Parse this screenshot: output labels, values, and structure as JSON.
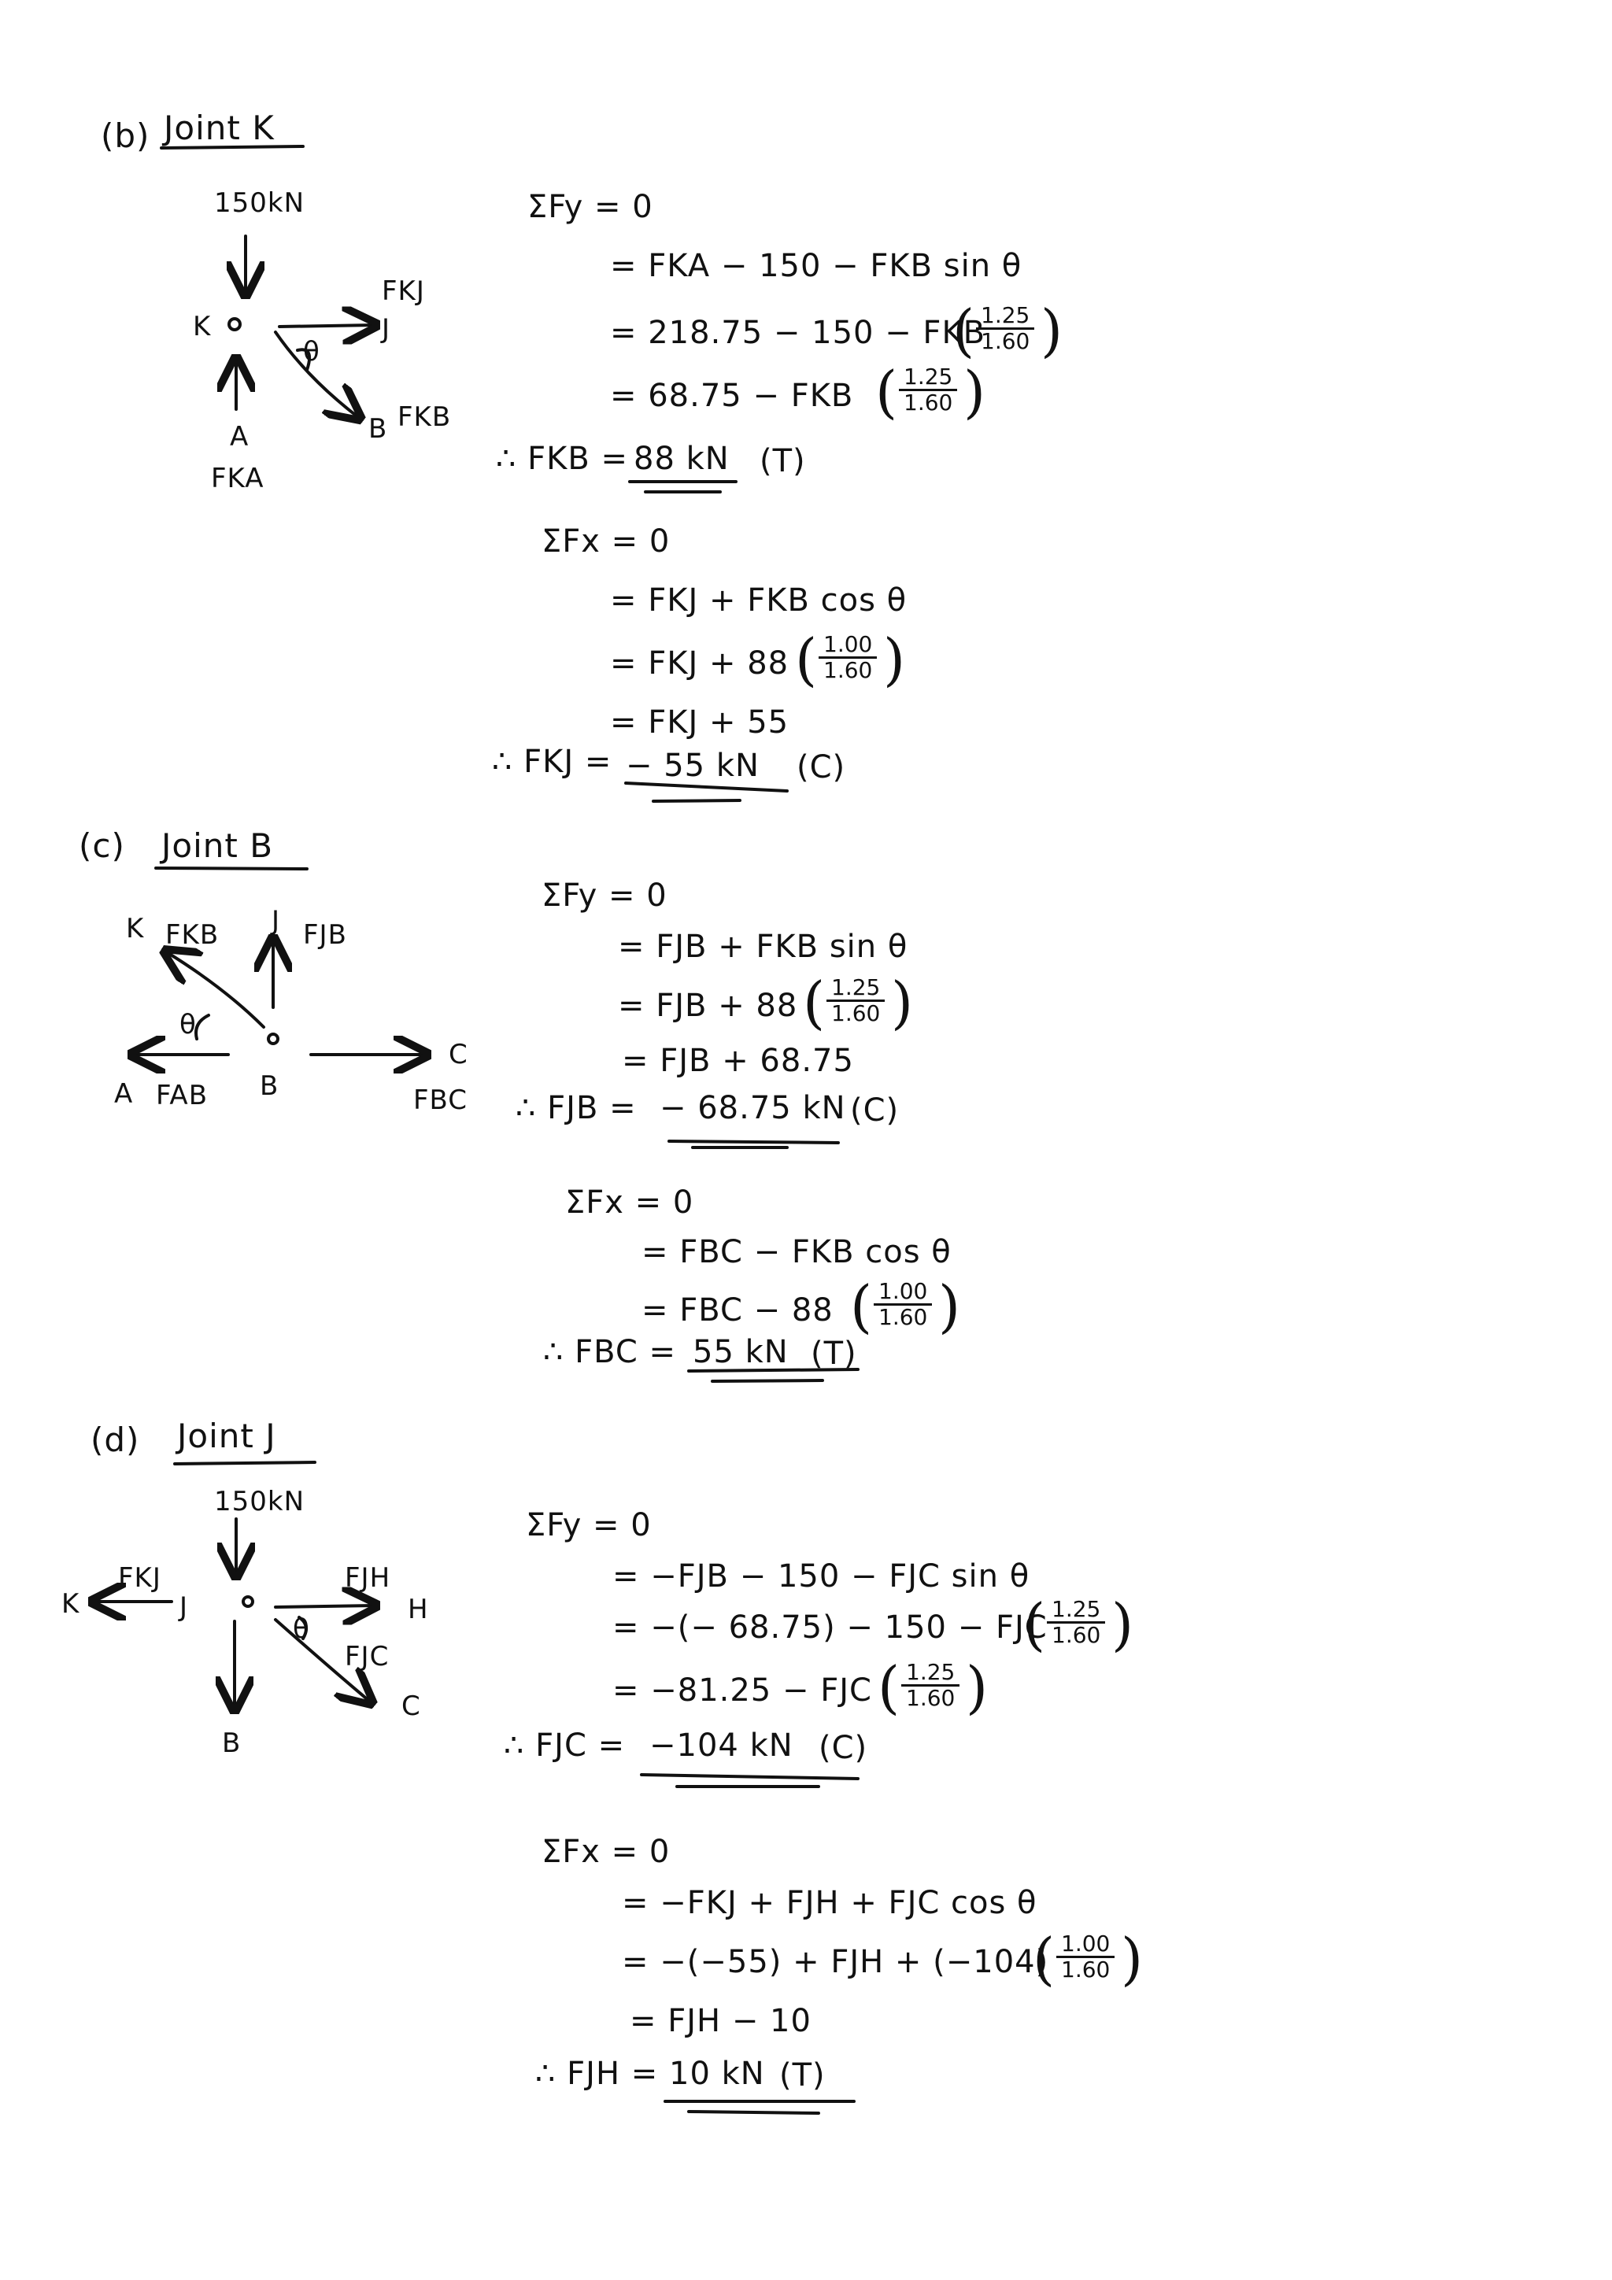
{
  "section_b": {
    "label": "(b)",
    "title": "Joint K",
    "diagram": {
      "load": "150kN",
      "node": "K",
      "right_member": "FKJ",
      "right_end": "J",
      "angle": "θ",
      "diag_end": "B",
      "diag_member": "FKB",
      "bottom_end": "A",
      "bottom_member": "FKA"
    },
    "eq": {
      "sum_fy": "ΣFy = 0",
      "l1": "= FKA − 150 − FKB sin θ",
      "l2a": "= 218.75 − 150 − FKB",
      "l3a": "= 68.75 − FKB",
      "r1": "∴ FKB =",
      "r1v": "88 kN",
      "r1t": "(T)",
      "sum_fx": "ΣFx = 0",
      "l4": "= FKJ + FKB cos θ",
      "l5a": "= FKJ + 88",
      "l6": "= FKJ + 55",
      "r2": "∴ FKJ =",
      "r2v": "− 55 kN",
      "r2t": "(C)"
    },
    "frac_sin": {
      "num": "1.25",
      "den": "1.60"
    },
    "frac_cos": {
      "num": "1.00",
      "den": "1.60"
    }
  },
  "section_c": {
    "label": "(c)",
    "title": "Joint B",
    "diagram": {
      "ul_end": "K",
      "ul_member": "FKB",
      "up_end": "J",
      "up_member": "FJB",
      "angle": "θ",
      "node": "B",
      "right_end": "C",
      "right_member": "FBC",
      "left_end": "A",
      "left_member": "FAB"
    },
    "eq": {
      "sum_fy": "ΣFy = 0",
      "l1": "= FJB + FKB sin θ",
      "l2a": "= FJB + 88",
      "l3": "= FJB + 68.75",
      "r1": "∴ FJB =",
      "r1v": "− 68.75 kN",
      "r1t": "(C)",
      "sum_fx": "ΣFx = 0",
      "l4": "= FBC − FKB cos θ",
      "l5a": "= FBC − 88",
      "r2": "∴ FBC =",
      "r2v": "55 kN",
      "r2t": "(T)"
    },
    "frac_sin": {
      "num": "1.25",
      "den": "1.60"
    },
    "frac_cos": {
      "num": "1.00",
      "den": "1.60"
    }
  },
  "section_d": {
    "label": "(d)",
    "title": "Joint J",
    "diagram": {
      "load": "150kN",
      "left_member": "FKJ",
      "left_end": "K",
      "node": "J",
      "right_member": "FJH",
      "right_end": "H",
      "angle": "θ",
      "diag_member": "FJC",
      "diag_end": "C",
      "bottom_end": "B"
    },
    "eq": {
      "sum_fy": "ΣFy = 0",
      "l1": "= −FJB − 150 − FJC sin θ",
      "l2a": "= −(− 68.75) − 150 − FJC",
      "l3a": "= −81.25 − FJC",
      "r1": "∴ FJC =",
      "r1v": "−104 kN",
      "r1t": "(C)",
      "sum_fx": "ΣFx = 0",
      "l4": "= −FKJ + FJH + FJC cos θ",
      "l5a": "= −(−55) + FJH + (−104)",
      "l6": "= FJH − 10",
      "r2": "∴ FJH =",
      "r2v": "10 kN",
      "r2t": "(T)"
    },
    "frac_sin": {
      "num": "1.25",
      "den": "1.60"
    },
    "frac_cos": {
      "num": "1.00",
      "den": "1.60"
    }
  }
}
